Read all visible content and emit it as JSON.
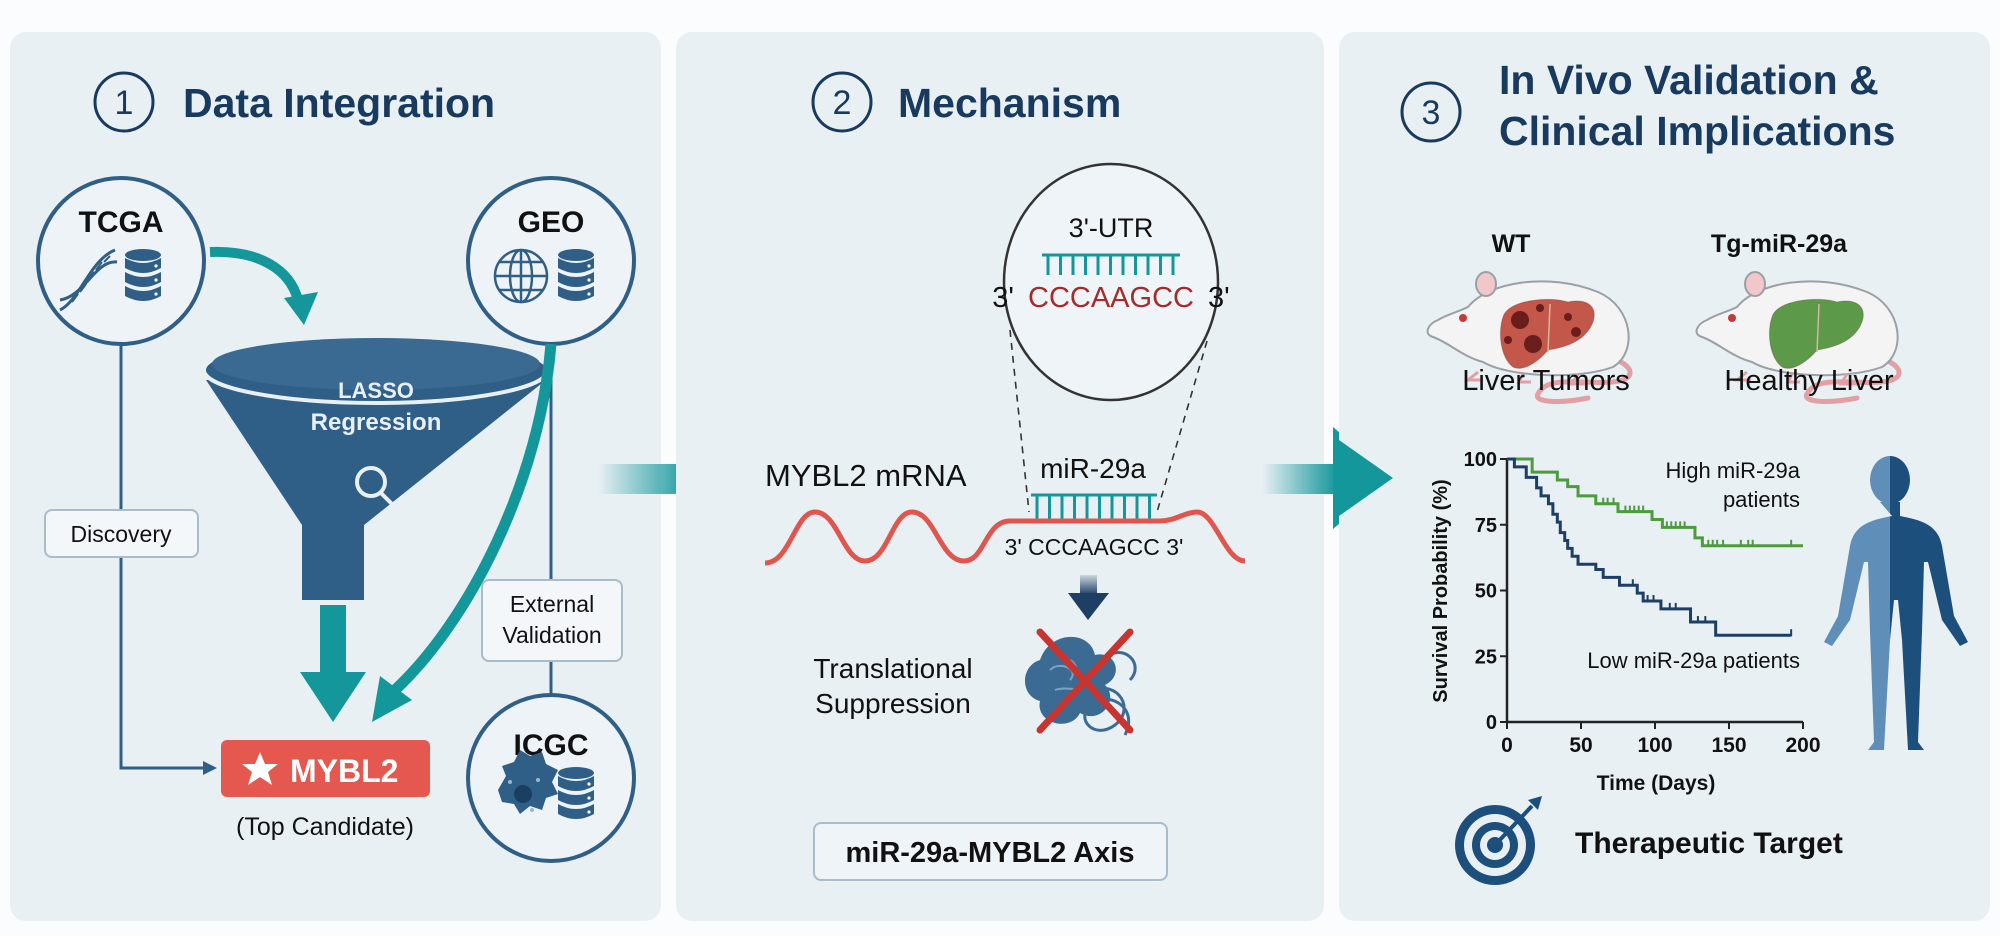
{
  "colors": {
    "navy": "#173a5e",
    "teal": "#14979b",
    "red": "#e5584f",
    "panel": "#e8f0f4",
    "green": "#4d9a3f",
    "mrna": "#e0564f",
    "seq_red": "#a52a2a"
  },
  "panel1": {
    "number": "1",
    "title": "Data Integration",
    "sources": [
      {
        "label": "TCGA",
        "icons": [
          "dna-icon",
          "database-icon"
        ]
      },
      {
        "label": "GEO",
        "icons": [
          "globe-icon",
          "database-icon"
        ]
      },
      {
        "label": "ICGC",
        "icons": [
          "cell-icon",
          "database-icon"
        ]
      }
    ],
    "funnel": {
      "line1": "LASSO",
      "line2": "Regression",
      "icon": "magnifier-icon"
    },
    "discovery_label": "Discovery",
    "external_label_line1": "External",
    "external_label_line2": "Validation",
    "candidate": {
      "label": "MYBL2",
      "icon": "star-icon",
      "caption": "(Top Candidate)"
    }
  },
  "panel2": {
    "number": "2",
    "title": "Mechanism",
    "zoom": {
      "label": "3'-UTR",
      "prefix": "3'",
      "sequence": "CCCAAGCC",
      "suffix": "3'"
    },
    "mrna_label": "MYBL2 mRNA",
    "mirna_label": "miR-29a",
    "binding_sequence": "3' CCCAAGCC 3'",
    "outcome_line1": "Translational",
    "outcome_line2": "Suppression",
    "axis_label": "miR-29a-MYBL2 Axis"
  },
  "panel3": {
    "number": "3",
    "title_line1": "In Vivo Validation &",
    "title_line2": "Clinical Implications",
    "mice": [
      {
        "label": "WT",
        "caption": "Liver Tumors"
      },
      {
        "label": "Tg-miR-29a",
        "caption": "Healthy Liver"
      }
    ],
    "target_label": "Therapeutic Target"
  },
  "chart_data": {
    "type": "line",
    "subtype": "kaplan-meier",
    "xlabel": "Time (Days)",
    "ylabel": "Survival Probability (%)",
    "xlim": [
      0,
      200
    ],
    "ylim": [
      0,
      100
    ],
    "xticks": [
      0,
      50,
      100,
      150,
      200
    ],
    "yticks": [
      0,
      25,
      50,
      75,
      100
    ],
    "grid": false,
    "series": [
      {
        "label_line1": "High miR-29a",
        "label_line2": "patients",
        "color": "#4d9a3f",
        "steps": [
          [
            0,
            100
          ],
          [
            17,
            95
          ],
          [
            34,
            92
          ],
          [
            41,
            89.5
          ],
          [
            48,
            86
          ],
          [
            60,
            83
          ],
          [
            75,
            80
          ],
          [
            98,
            77
          ],
          [
            105,
            74
          ],
          [
            127,
            70
          ],
          [
            132,
            67
          ],
          [
            200,
            67
          ]
        ],
        "censored": [
          [
            65,
            83
          ],
          [
            68,
            83
          ],
          [
            72,
            83
          ],
          [
            80,
            80
          ],
          [
            83,
            80
          ],
          [
            86,
            80
          ],
          [
            89,
            80
          ],
          [
            92,
            80
          ],
          [
            108,
            74
          ],
          [
            111,
            74
          ],
          [
            114,
            74
          ],
          [
            117,
            74
          ],
          [
            120,
            74
          ],
          [
            136,
            67
          ],
          [
            139,
            67
          ],
          [
            142,
            67
          ],
          [
            146,
            67
          ],
          [
            158,
            67
          ],
          [
            163,
            67
          ],
          [
            166,
            67
          ],
          [
            192,
            67
          ]
        ]
      },
      {
        "label": "Low miR-29a patients",
        "color": "#1d3f66",
        "steps": [
          [
            0,
            100
          ],
          [
            5,
            97
          ],
          [
            13,
            93
          ],
          [
            20,
            89
          ],
          [
            23,
            86
          ],
          [
            28,
            83
          ],
          [
            31,
            79
          ],
          [
            34,
            76
          ],
          [
            36,
            72
          ],
          [
            39,
            69
          ],
          [
            41,
            66
          ],
          [
            44,
            63
          ],
          [
            48,
            60
          ],
          [
            60,
            58
          ],
          [
            65,
            55
          ],
          [
            76,
            52
          ],
          [
            88,
            49
          ],
          [
            92,
            46
          ],
          [
            104,
            43
          ],
          [
            124,
            38
          ],
          [
            141,
            33
          ],
          [
            192,
            33
          ]
        ],
        "censored": [
          [
            85,
            52
          ],
          [
            95,
            46
          ],
          [
            99,
            46
          ],
          [
            110,
            43
          ],
          [
            114,
            43
          ],
          [
            129,
            38
          ],
          [
            134,
            38
          ],
          [
            192,
            33
          ]
        ]
      }
    ]
  },
  "figure_icons": [
    "human-figure-icon",
    "target-icon",
    "mouse-icon",
    "protein-icon",
    "cross-icon"
  ]
}
